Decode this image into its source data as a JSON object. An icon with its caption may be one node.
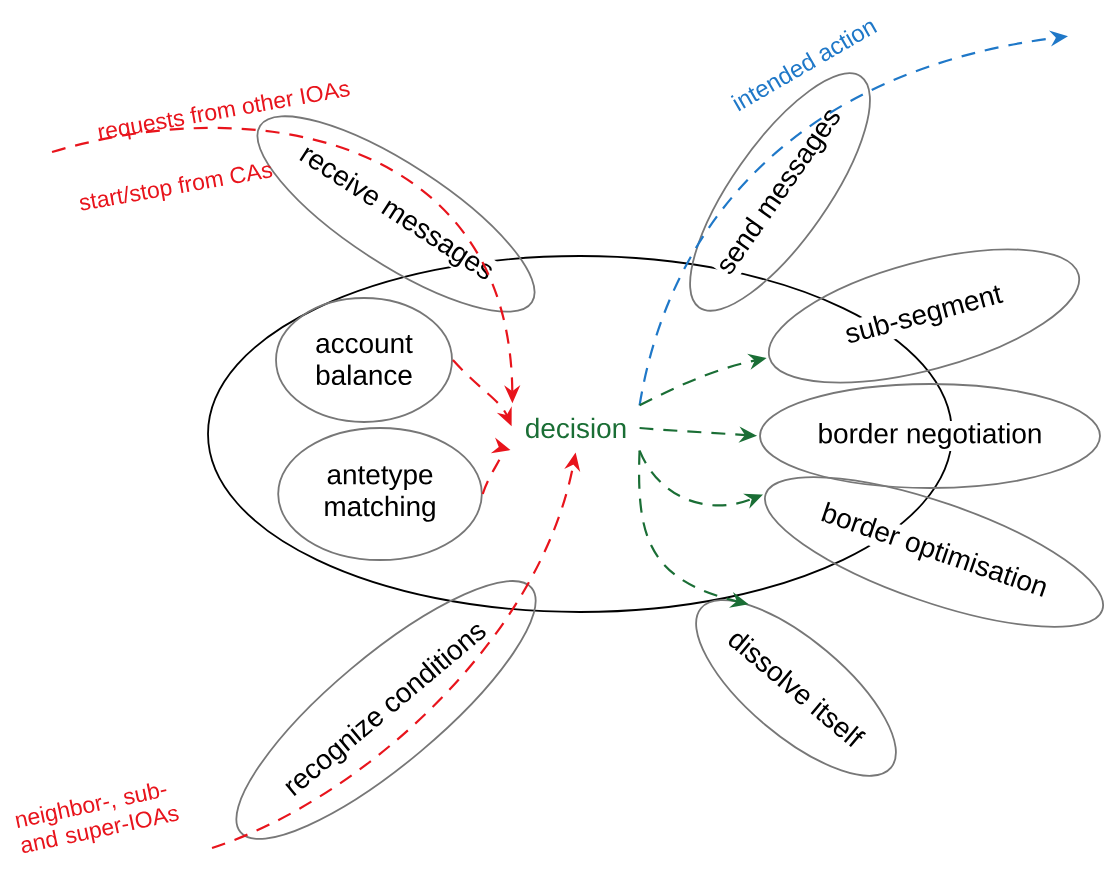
{
  "diagram": {
    "nodes": [
      {
        "text": [],
        "shape": "ellipse"
      },
      {
        "text": [
          "receive messages"
        ]
      },
      {
        "text": [
          "send messages"
        ]
      },
      {
        "text": [
          "account balance"
        ],
        "in": 0
      },
      {
        "text": [
          "antetype matching"
        ],
        "in": 0
      },
      {
        "text": [
          "decision"
        ],
        "in": 0
      },
      {
        "text": [
          "sub-segment"
        ]
      },
      {
        "text": [
          "border negotiation"
        ]
      },
      {
        "text": [
          "border optimisation"
        ]
      },
      {
        "text": [
          "dissolve itself"
        ]
      },
      {
        "text": [
          "recognize conditions"
        ]
      }
    ],
    "edges": [
      {
        "from": null,
        "to": 5,
        "arrow": "to",
        "style": "dashed",
        "color": "#e8141c"
      },
      {
        "from": 3,
        "to": 5,
        "arrow": "to",
        "style": "dashed",
        "color": "#e8141c"
      },
      {
        "from": 4,
        "to": 5,
        "arrow": "to",
        "style": "dashed",
        "color": "#e8141c"
      },
      {
        "from": null,
        "to": 5,
        "arrow": "to",
        "style": "dashed",
        "color": "#e8141c"
      },
      {
        "from": 5,
        "to": null,
        "arrow": "to",
        "style": "dashed",
        "color": "#1f78c8",
        "label": "intended action"
      },
      {
        "from": 5,
        "to": 6,
        "arrow": "to",
        "style": "dashed",
        "color": "#1a6e35"
      },
      {
        "from": 5,
        "to": 7,
        "arrow": "to",
        "style": "dashed",
        "color": "#1a6e35"
      },
      {
        "from": 5,
        "to": 8,
        "arrow": "to",
        "style": "dashed",
        "color": "#1a6e35"
      },
      {
        "from": 5,
        "to": 9,
        "arrow": "to",
        "style": "dashed",
        "color": "#1a6e35"
      }
    ],
    "labels": [
      "requests from other IOAs",
      "start/stop from CAs",
      "neighbor-, sub- and super-IOAs"
    ]
  }
}
